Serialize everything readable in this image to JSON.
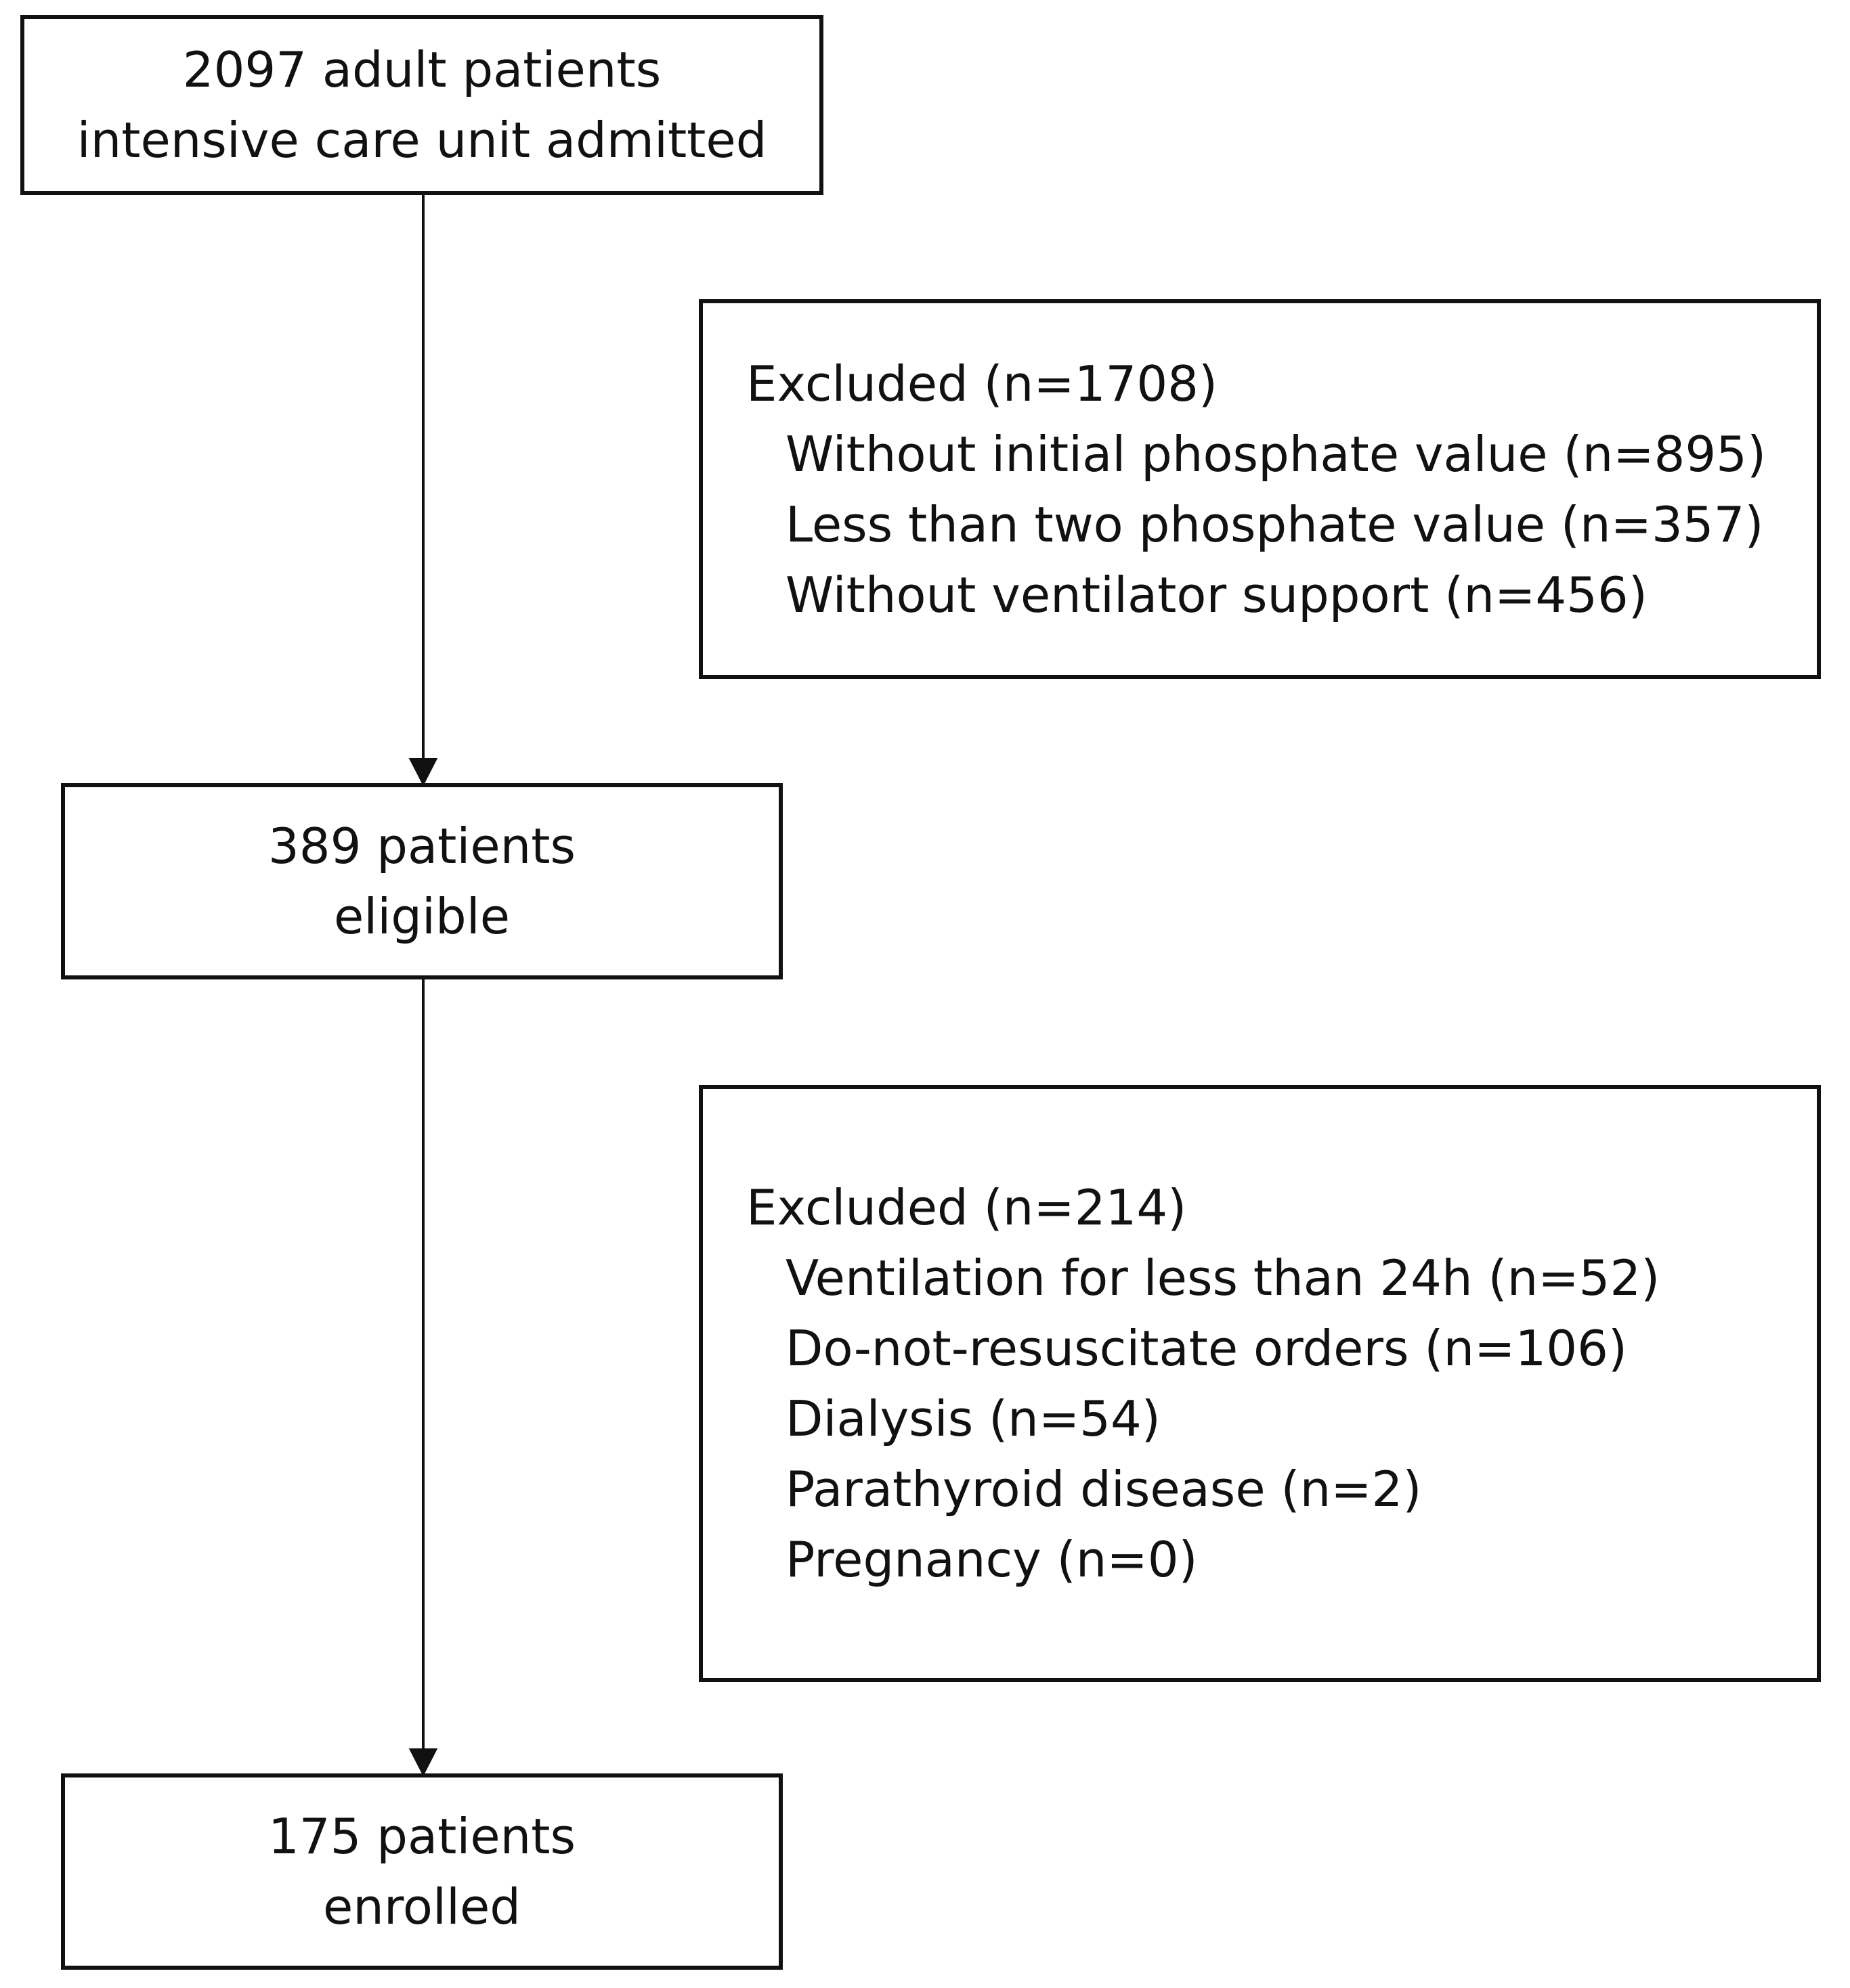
{
  "nodes": {
    "admitted": {
      "line1": "2097 adult patients",
      "line2": "intensive care unit admitted"
    },
    "eligible": {
      "line1": "389 patients",
      "line2": "eligible"
    },
    "enrolled": {
      "line1": "175 patients",
      "line2": "enrolled"
    }
  },
  "exclusions": [
    {
      "title": "Excluded (n=1708)",
      "items": [
        "Without initial phosphate value (n=895)",
        "Less than two phosphate value (n=357)",
        "Without ventilator support (n=456)"
      ]
    },
    {
      "title": "Excluded (n=214)",
      "items": [
        "Ventilation for less than 24h (n=52)",
        "Do-not-resuscitate orders (n=106)",
        "Dialysis (n=54)",
        "Parathyroid disease (n=2)",
        "Pregnancy (n=0)"
      ]
    }
  ],
  "colors": {
    "stroke": "#111111",
    "background": "#ffffff"
  }
}
